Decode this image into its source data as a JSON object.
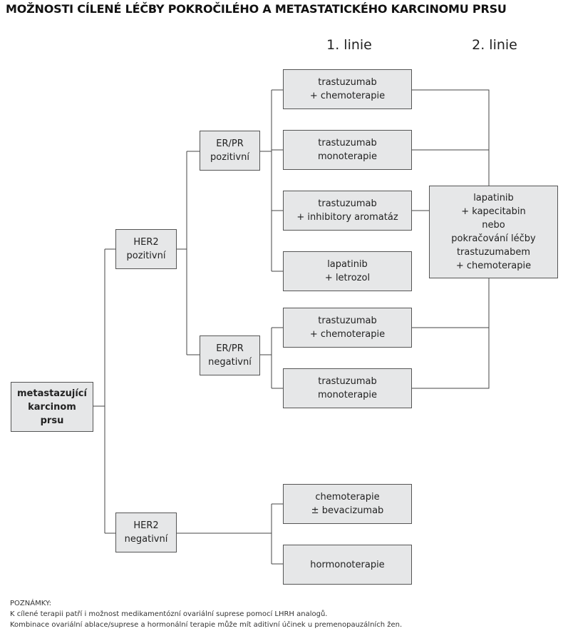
{
  "title": "MOŽNOSTI CÍLENÉ LÉČBY POKROČILÉHO A METASTATICKÉHO KARCINOMU PRSU",
  "columns": {
    "first_line": "1. linie",
    "second_line": "2. linie"
  },
  "nodes": {
    "root": "metastazující\nkarcinom\nprsu",
    "her2_pos": "HER2\npozitivní",
    "her2_neg": "HER2\nnegativní",
    "erpr_pos": "ER/PR\npozitivní",
    "erpr_neg": "ER/PR\nnegativní",
    "t1": "trastuzumab\n+ chemoterapie",
    "t2": "trastuzumab\nmonoterapie",
    "t3": "trastuzumab\n+ inhibitory aromatáz",
    "t4": "lapatinib\n+ letrozol",
    "t5": "trastuzumab\n+ chemoterapie",
    "t6": "trastuzumab\nmonoterapie",
    "t7": "chemoterapie\n± bevacizumab",
    "t8": "hormonoterapie",
    "second": "lapatinib\n+ kapecitabin\nnebo\npokračování léčby\ntrastuzumabem\n+ chemoterapie"
  },
  "notes": {
    "heading": "POZNÁMKY:",
    "line1": "K cílené terapii patří i možnost medikamentózní ovariální suprese pomocí LHRH analogů.",
    "line2": "Kombinace ovariální ablace/suprese a hormonální terapie může mít aditivní účinek u premenopauzálních žen."
  }
}
